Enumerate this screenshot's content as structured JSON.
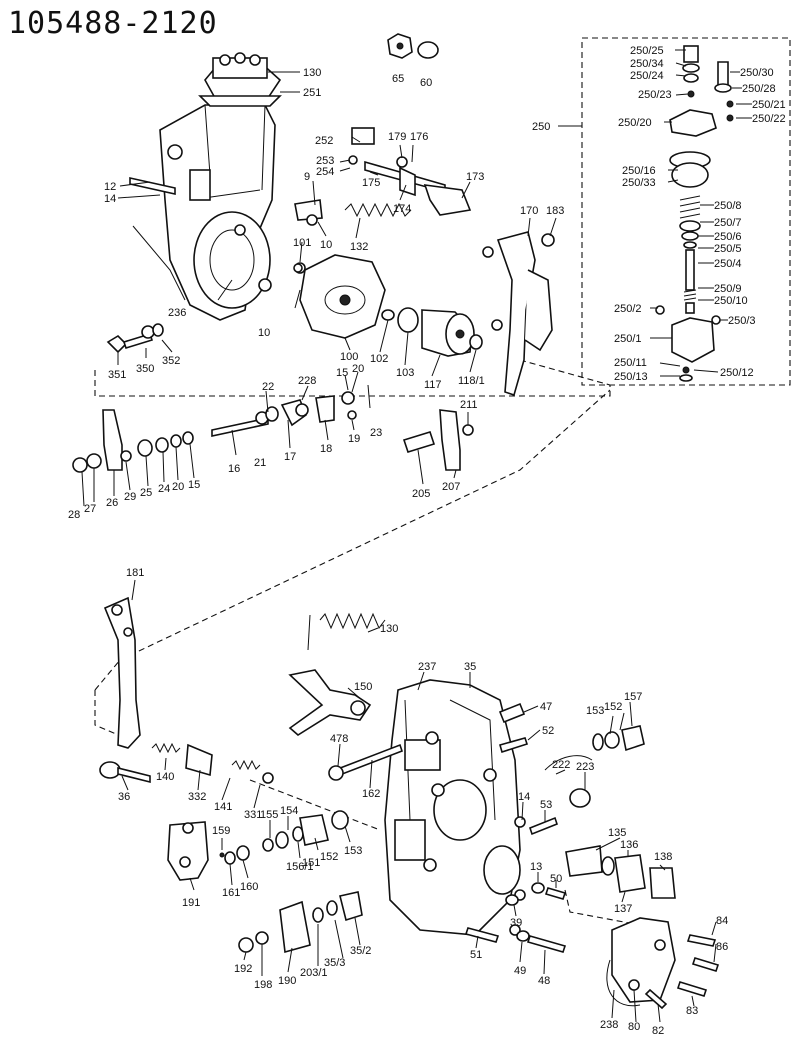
{
  "title": "105488-2120",
  "labels": {
    "l130": "130",
    "l251": "251",
    "l65": "65",
    "l60": "60",
    "l250": "250",
    "l250_25": "250/25",
    "l250_34": "250/34",
    "l250_24": "250/24",
    "l250_23": "250/23",
    "l250_30": "250/30",
    "l250_28": "250/28",
    "l250_21": "250/21",
    "l250_20": "250/20",
    "l250_22": "250/22",
    "l250_16": "250/16",
    "l250_33": "250/33",
    "l250_8": "250/8",
    "l250_7": "250/7",
    "l250_6": "250/6",
    "l250_5": "250/5",
    "l250_4": "250/4",
    "l250_9": "250/9",
    "l250_10": "250/10",
    "l250_2": "250/2",
    "l250_3": "250/3",
    "l250_1": "250/1",
    "l250_11": "250/11",
    "l250_13": "250/13",
    "l250_12": "250/12",
    "l252": "252",
    "l179": "179",
    "l176": "176",
    "l253": "253",
    "l254": "254",
    "l175": "175",
    "l174": "174",
    "l173": "173",
    "l12": "12",
    "l14a": "14",
    "l9": "9",
    "l10a": "10",
    "l132": "132",
    "l101": "101",
    "l170": "170",
    "l183": "183",
    "l236": "236",
    "l10b": "10",
    "l351": "351",
    "l350": "350",
    "l352": "352",
    "l100": "100",
    "l102": "102",
    "l103": "103",
    "l117": "117",
    "l118_1": "118/1",
    "l22": "22",
    "l228": "228",
    "l15a": "15",
    "l20a": "20",
    "l23": "23",
    "l19": "19",
    "l18": "18",
    "l17": "17",
    "l21": "21",
    "l16": "16",
    "l211": "211",
    "l205": "205",
    "l207": "207",
    "l28": "28",
    "l27": "27",
    "l26": "26",
    "l29": "29",
    "l25": "25",
    "l24": "24",
    "l20b": "20",
    "l15b": "15",
    "l181": "181",
    "l130b": "130",
    "l150": "150",
    "l237": "237",
    "l35": "35",
    "l47": "47",
    "l52": "52",
    "l153a": "153",
    "l152a": "152",
    "l157": "157",
    "l478": "478",
    "l222": "222",
    "l223": "223",
    "l162": "162",
    "l14b": "14",
    "l53": "53",
    "l140": "140",
    "l332": "332",
    "l141": "141",
    "l331": "331",
    "l36": "36",
    "l155": "155",
    "l154": "154",
    "l159": "159",
    "l156_1": "156/1",
    "l152b": "152",
    "l151": "151",
    "l153b": "153",
    "l135": "135",
    "l136": "136",
    "l138": "138",
    "l137": "137",
    "l161": "161",
    "l160": "160",
    "l191": "191",
    "l13": "13",
    "l50": "50",
    "l39": "39",
    "l84": "84",
    "l86": "86",
    "l51": "51",
    "l49": "49",
    "l48": "48",
    "l35_2": "35/2",
    "l35_3": "35/3",
    "l203_1": "203/1",
    "l192": "192",
    "l198": "198",
    "l190": "190",
    "l238": "238",
    "l80": "80",
    "l82": "82",
    "l83": "83"
  }
}
